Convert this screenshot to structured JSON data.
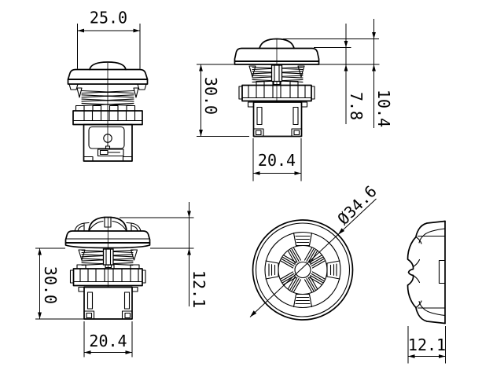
{
  "drawing": {
    "colors": {
      "background": "#ffffff",
      "line": "#000000"
    },
    "dimensions": {
      "front_width": "25.0",
      "side_height": "30.0",
      "side_body_width": "20.4",
      "cap_rim_height": "7.8",
      "cap_total_height": "10.4",
      "star_height": "30.0",
      "star_body_width": "20.4",
      "star_cap_height": "12.1",
      "top_diameter": "Ø34.6",
      "profile_depth": "12.1"
    }
  }
}
